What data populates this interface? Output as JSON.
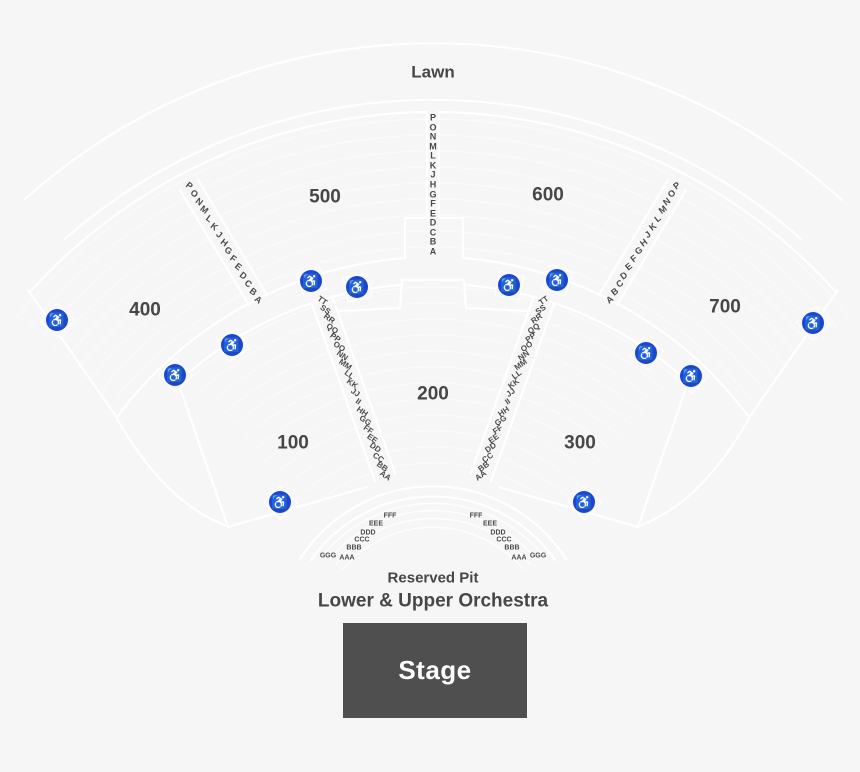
{
  "venue": {
    "lawn_label": "Lawn",
    "section_100": "100",
    "section_200": "200",
    "section_300": "300",
    "section_400": "400",
    "section_500": "500",
    "section_600": "600",
    "section_700": "700",
    "reserved_pit_label": "Reserved Pit",
    "orchestra_label": "Lower & Upper Orchestra",
    "stage_label": "Stage"
  },
  "rows": {
    "tier_letters": [
      "P",
      "O",
      "N",
      "M",
      "L",
      "K",
      "J",
      "H",
      "G",
      "F",
      "E",
      "D",
      "C",
      "B",
      "A"
    ],
    "mid_letters": [
      "TT",
      "SS",
      "RR",
      "QQ",
      "PP",
      "OO",
      "NN",
      "MM",
      "LL",
      "KK",
      "JJ",
      "II",
      "HH",
      "GG",
      "FF",
      "EE",
      "DD",
      "CC",
      "BB",
      "AA"
    ],
    "pit_rows": [
      "FFF",
      "EEE",
      "DDD",
      "CCC",
      "BBB",
      "AAA"
    ],
    "pit_outer_row": "GGG"
  },
  "icons": {
    "wheelchair": {
      "glyph": "♿",
      "meaning": "accessible-seating"
    },
    "wheelchair_count": 12
  },
  "colors": {
    "accessible_blue": "#1c46cf",
    "stage_fill": "#4f4f4f",
    "label_gray": "#474747",
    "line_white": "#ffffff",
    "background": "#f6f6f6"
  }
}
